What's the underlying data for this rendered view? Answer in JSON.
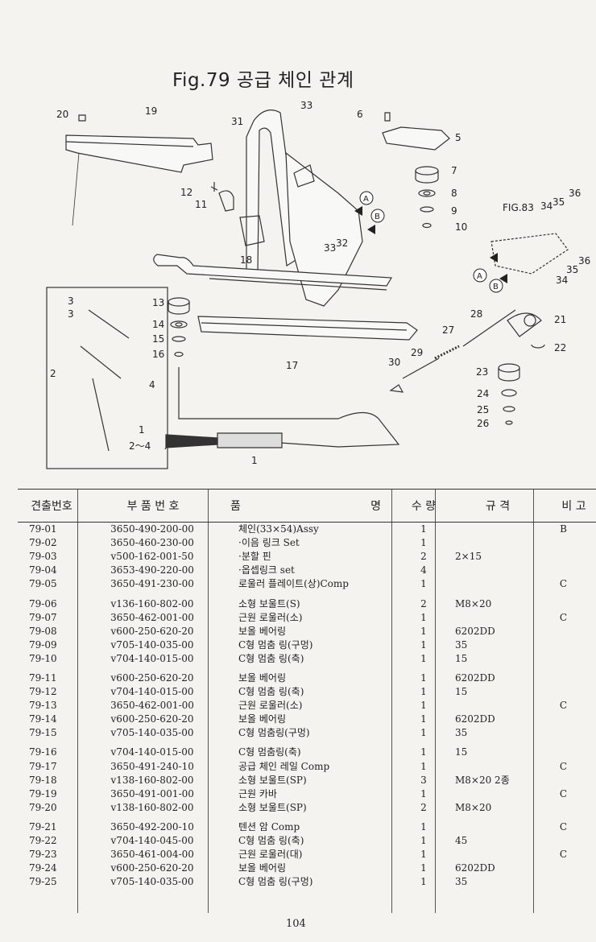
{
  "title": "Fig.79 공급 체인 관계",
  "callouts": [
    "20",
    "19",
    "33",
    "31",
    "6",
    "5",
    "7",
    "8",
    "9",
    "10",
    "12",
    "11",
    "A",
    "B",
    "FIG.83",
    "34",
    "35",
    "36",
    "33",
    "32",
    "18",
    "13",
    "14",
    "15",
    "16",
    "17",
    "21",
    "22",
    "23",
    "24",
    "25",
    "26",
    "27",
    "28",
    "29",
    "30",
    "3",
    "3",
    "2",
    "4",
    "1",
    "2～4",
    "1",
    "A",
    "B",
    "35",
    "36",
    "34"
  ],
  "table": {
    "headers": {
      "no": "견출번호",
      "part_no": "부 품 번 호",
      "name_left": "품",
      "name_right": "명",
      "qty": "수 량",
      "spec": "규 격",
      "note": "비 고"
    },
    "rows": [
      {
        "no": "79-01",
        "part_no": "3650-490-200-00",
        "name": "체인(33×54)Assy",
        "qty": "1",
        "spec": "",
        "note": "B"
      },
      {
        "no": "79-02",
        "part_no": "3650-460-230-00",
        "name": "·이음 링크 Set",
        "qty": "1",
        "spec": "",
        "note": ""
      },
      {
        "no": "79-03",
        "part_no": "v500-162-001-50",
        "name": "·분할 핀",
        "qty": "2",
        "spec": "2×15",
        "note": ""
      },
      {
        "no": "79-04",
        "part_no": "3653-490-220-00",
        "name": "·옵셉링크 set",
        "qty": "4",
        "spec": "",
        "note": ""
      },
      {
        "no": "79-05",
        "part_no": "3650-491-230-00",
        "name": "로울러 플레이트(상)Comp",
        "qty": "1",
        "spec": "",
        "note": "C"
      },
      {
        "no": "79-06",
        "part_no": "v136-160-802-00",
        "name": "소형 보울트(S)",
        "qty": "2",
        "spec": "M8×20",
        "note": ""
      },
      {
        "no": "79-07",
        "part_no": "3650-462-001-00",
        "name": "근원 로울러(소)",
        "qty": "1",
        "spec": "",
        "note": "C"
      },
      {
        "no": "79-08",
        "part_no": "v600-250-620-20",
        "name": "보올 베어링",
        "qty": "1",
        "spec": "6202DD",
        "note": ""
      },
      {
        "no": "79-09",
        "part_no": "v705-140-035-00",
        "name": "C형 멈춤 링(구멍)",
        "qty": "1",
        "spec": "35",
        "note": ""
      },
      {
        "no": "79-10",
        "part_no": "v704-140-015-00",
        "name": "C형 멈춤 링(축)",
        "qty": "1",
        "spec": "15",
        "note": ""
      },
      {
        "no": "79-11",
        "part_no": "v600-250-620-20",
        "name": "보올 베어링",
        "qty": "1",
        "spec": "6202DD",
        "note": ""
      },
      {
        "no": "79-12",
        "part_no": "v704-140-015-00",
        "name": "C형 멈춤 링(축)",
        "qty": "1",
        "spec": "15",
        "note": ""
      },
      {
        "no": "79-13",
        "part_no": "3650-462-001-00",
        "name": "근원 로울러(소)",
        "qty": "1",
        "spec": "",
        "note": "C"
      },
      {
        "no": "79-14",
        "part_no": "v600-250-620-20",
        "name": "보올 베어링",
        "qty": "1",
        "spec": "6202DD",
        "note": ""
      },
      {
        "no": "79-15",
        "part_no": "v705-140-035-00",
        "name": "C형 멈춤링(구멍)",
        "qty": "1",
        "spec": "35",
        "note": ""
      },
      {
        "no": "79-16",
        "part_no": "v704-140-015-00",
        "name": "C형 멈춤링(축)",
        "qty": "1",
        "spec": "15",
        "note": ""
      },
      {
        "no": "79-17",
        "part_no": "3650-491-240-10",
        "name": "공급 체인 레일 Comp",
        "qty": "1",
        "spec": "",
        "note": "C"
      },
      {
        "no": "79-18",
        "part_no": "v138-160-802-00",
        "name": "소형 보울트(SP)",
        "qty": "3",
        "spec": "M8×20 2종",
        "note": ""
      },
      {
        "no": "79-19",
        "part_no": "3650-491-001-00",
        "name": "근원 카바",
        "qty": "1",
        "spec": "",
        "note": "C"
      },
      {
        "no": "79-20",
        "part_no": "v138-160-802-00",
        "name": "소형 보울트(SP)",
        "qty": "2",
        "spec": "M8×20",
        "note": ""
      },
      {
        "no": "79-21",
        "part_no": "3650-492-200-10",
        "name": "텐션 암 Comp",
        "qty": "1",
        "spec": "",
        "note": "C"
      },
      {
        "no": "79-22",
        "part_no": "v704-140-045-00",
        "name": "C형 멈춤 링(축)",
        "qty": "1",
        "spec": "45",
        "note": ""
      },
      {
        "no": "79-23",
        "part_no": "3650-461-004-00",
        "name": "근원 로울러(대)",
        "qty": "1",
        "spec": "",
        "note": "C"
      },
      {
        "no": "79-24",
        "part_no": "v600-250-620-20",
        "name": "보올 베어링",
        "qty": "1",
        "spec": "6202DD",
        "note": ""
      },
      {
        "no": "79-25",
        "part_no": "v705-140-035-00",
        "name": "C형 멈춤 링(구멍)",
        "qty": "1",
        "spec": "35",
        "note": ""
      }
    ]
  },
  "page_number": "104"
}
